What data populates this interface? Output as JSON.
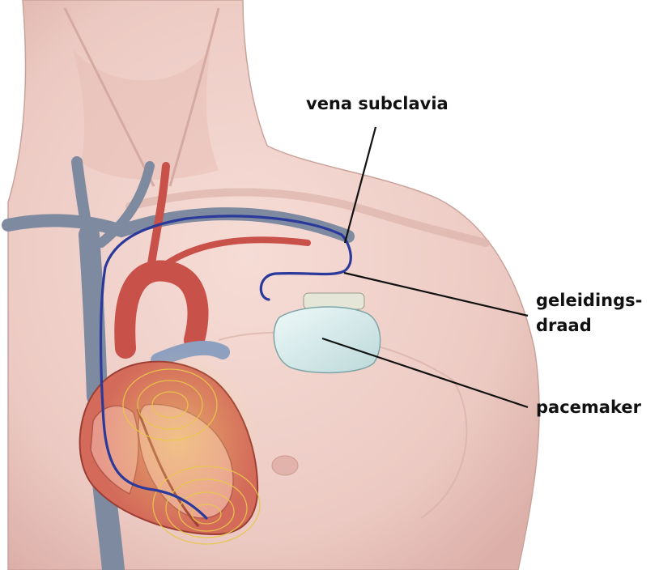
{
  "labels": {
    "vena_subclavia": "vena subclavia",
    "geleidings_line1": "geleidings-",
    "geleidings_line2": "draad",
    "pacemaker": "pacemaker"
  },
  "colors": {
    "skin": "#efcfc8",
    "skin_shadow": "#d9aea6",
    "vein": "#7e8aa0",
    "artery": "#c8524a",
    "heart_wall": "#d36a5a",
    "lead_wire": "#2b3a9a",
    "pacemaker_body": "#d8ecec",
    "electric_field": "#e8c84a",
    "leader_line": "#111111"
  }
}
